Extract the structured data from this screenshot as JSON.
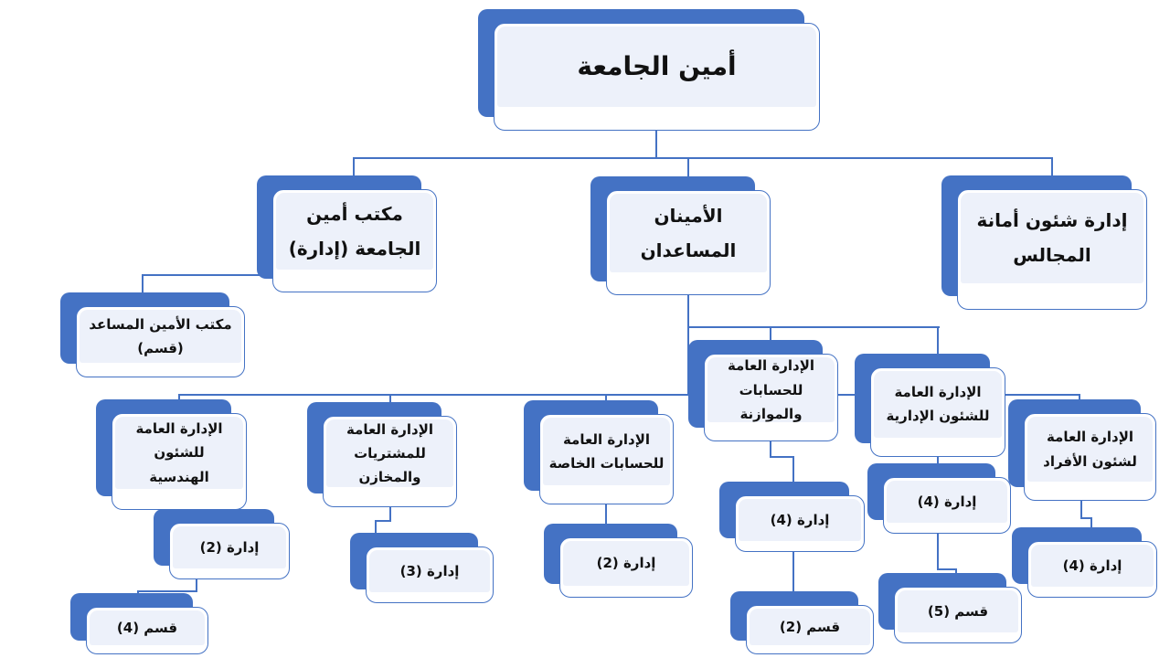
{
  "colors": {
    "accent": "#4472C4",
    "card_fill": "#EDF1FA",
    "card_background": "#FFFFFF",
    "connector": "#4472C4",
    "text": "#111111"
  },
  "chart": {
    "type": "org-chart",
    "nodes": {
      "root": {
        "label": "أمين الجامعة"
      },
      "secretary_office": {
        "label": "مكتب أمين\nالجامعة (إدارة)"
      },
      "assistant_secretaries": {
        "label": "الأمينان\nالمساعدان"
      },
      "councils_affairs": {
        "label": "إدارة شئون أمانة\nالمجالس"
      },
      "assistant_secretary_office": {
        "label": "مكتب الأمين المساعد\n(قسم)"
      },
      "engineering_affairs": {
        "label": "الإدارة العامة\nللشئون\nالهندسية"
      },
      "purchases_warehouses": {
        "label": "الإدارة العامة\nللمشتريات\nوالمخازن"
      },
      "special_accounts": {
        "label": "الإدارة العامة\nللحسابات الخاصة"
      },
      "accounts_budget": {
        "label": "الإدارة العامة\nللحسابات\nوالموازنة"
      },
      "administrative_affairs": {
        "label": "الإدارة العامة\nللشئون الإدارية"
      },
      "personnel_affairs": {
        "label": "الإدارة العامة\nلشئون الأفراد"
      },
      "engineering_departments": {
        "label": "إدارة (2)"
      },
      "engineering_sections": {
        "label": "قسم (4)"
      },
      "purchases_departments": {
        "label": "إدارة (3)"
      },
      "special_accounts_departments": {
        "label": "إدارة (2)"
      },
      "accounts_budget_departments": {
        "label": "إدارة (4)"
      },
      "accounts_budget_sections": {
        "label": "قسم (2)"
      },
      "administrative_departments": {
        "label": "إدارة (4)"
      },
      "administrative_sections": {
        "label": "قسم (5)"
      },
      "personnel_departments": {
        "label": "إدارة (4)"
      }
    }
  }
}
